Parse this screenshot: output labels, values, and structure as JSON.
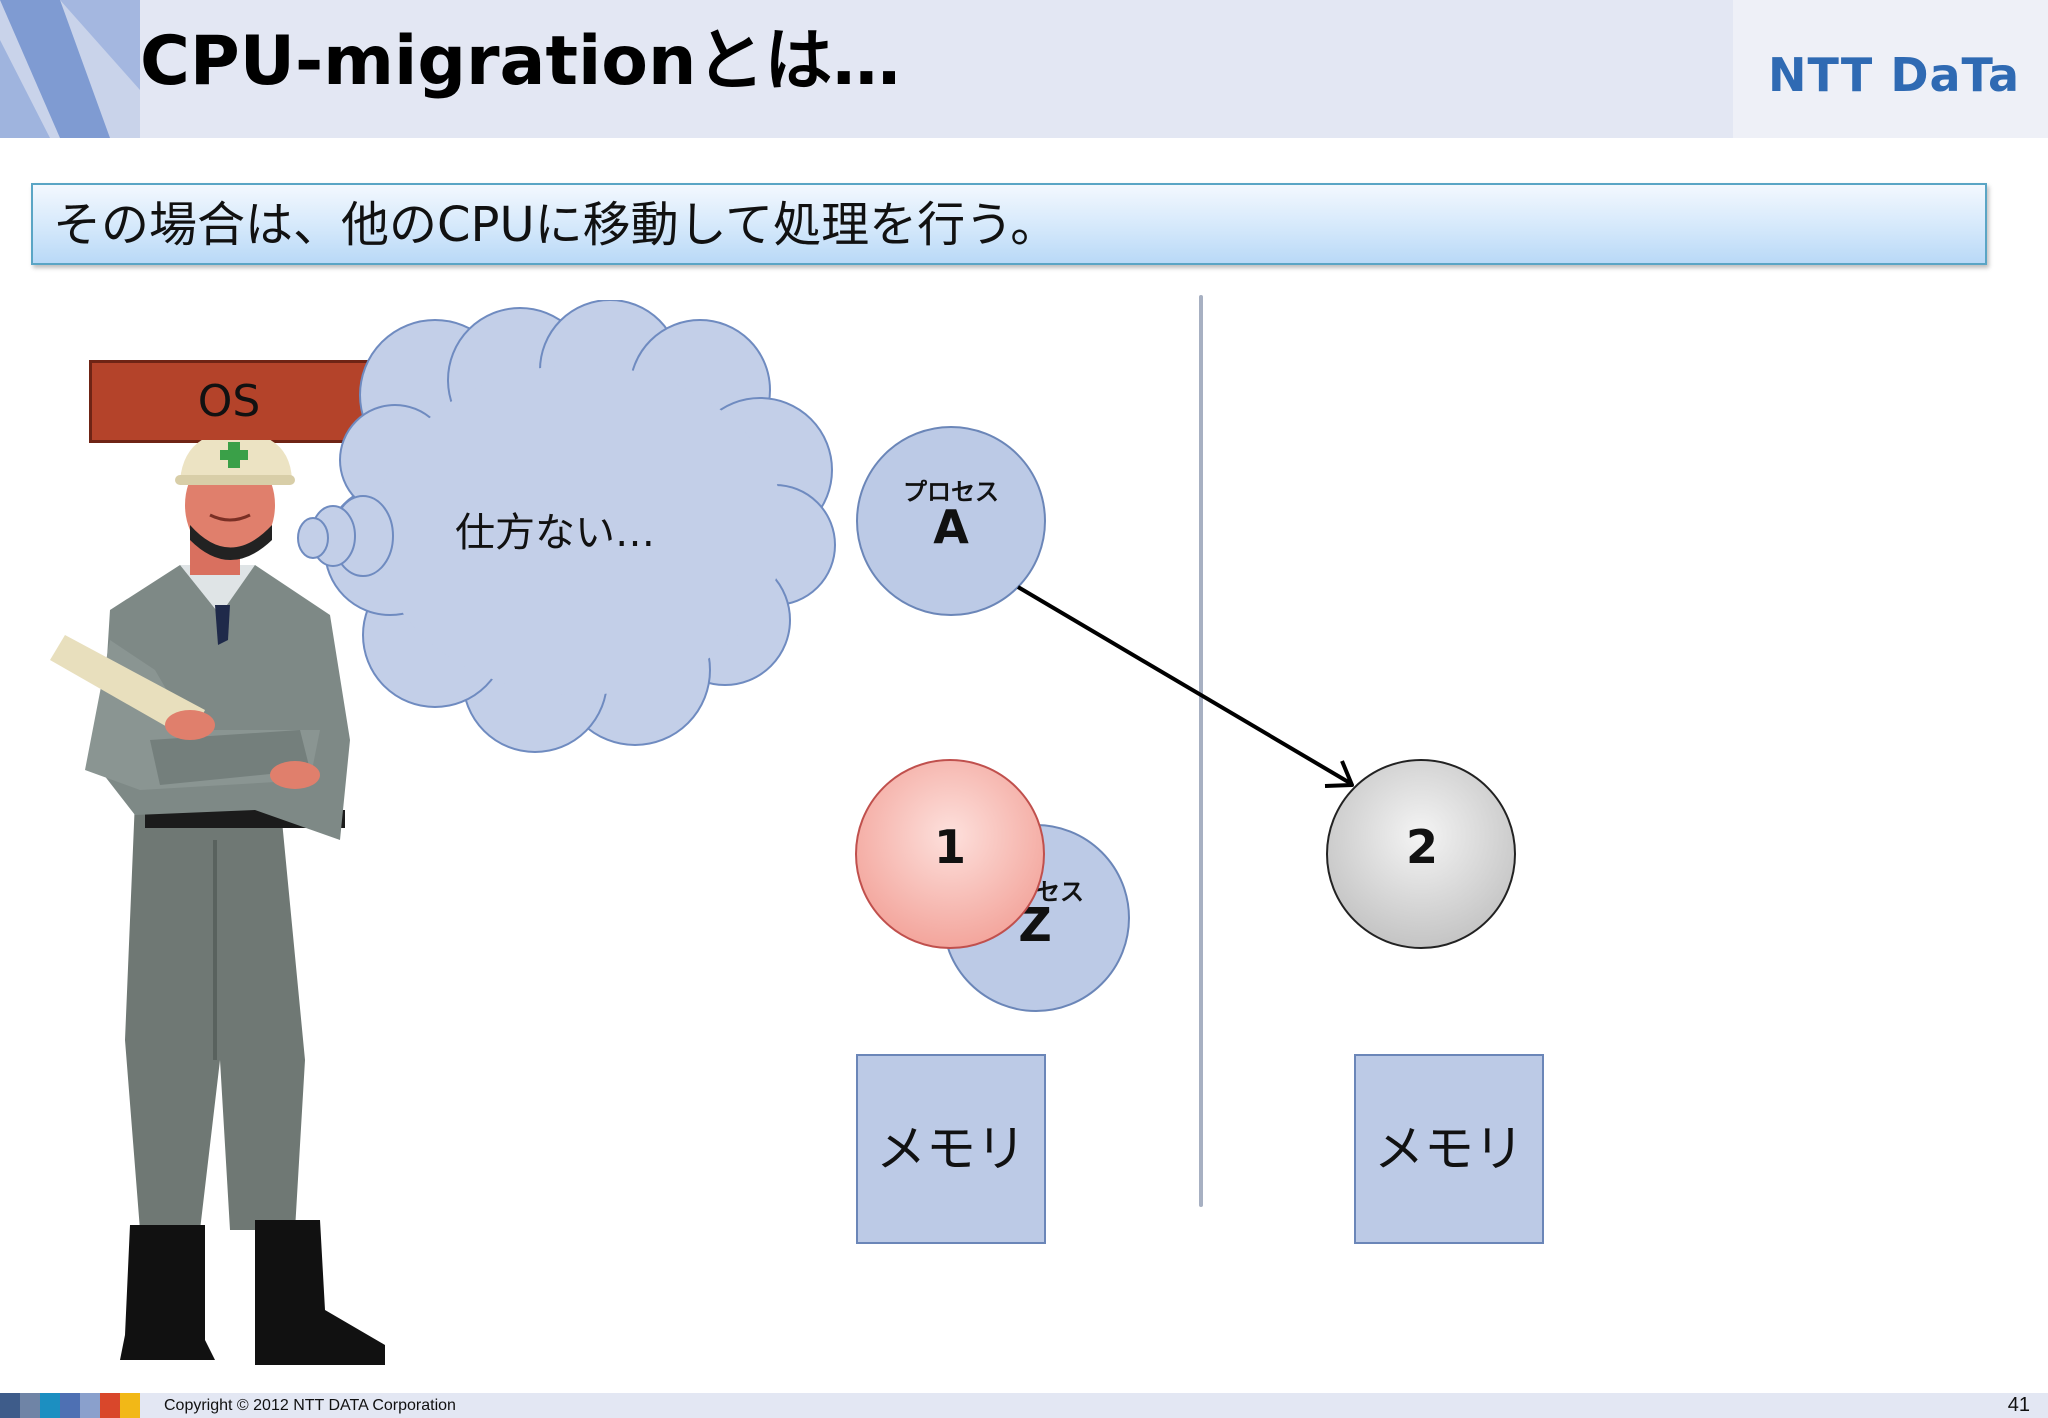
{
  "slide": {
    "title": "CPU-migrationとは…",
    "logo_text": "NTT DaTa",
    "subtitle": "その場合は、他のCPUに移動して処理を行う。",
    "page_number": "41",
    "copyright": "Copyright © 2012 NTT DATA Corporation"
  },
  "diagram": {
    "os_label": "OS",
    "thought_text": "仕方ない…",
    "process_a": {
      "caption": "プロセス",
      "letter": "A"
    },
    "process_z": {
      "caption": "セス",
      "letter": "Z"
    },
    "cpu_1": "1",
    "cpu_2": "2",
    "memory_left": "メモリ",
    "memory_right": "メモリ"
  },
  "colors": {
    "os_box": "#b4432a",
    "process_fill": "#bccae6",
    "cpu_1_fill": "#f6b3ac",
    "cpu_2_fill": "#dcdcdc",
    "banner": "#cfe5fa"
  },
  "icons": {
    "worker": "worker-illustration",
    "cloud": "thought-cloud",
    "arrow": "migration-arrow"
  }
}
